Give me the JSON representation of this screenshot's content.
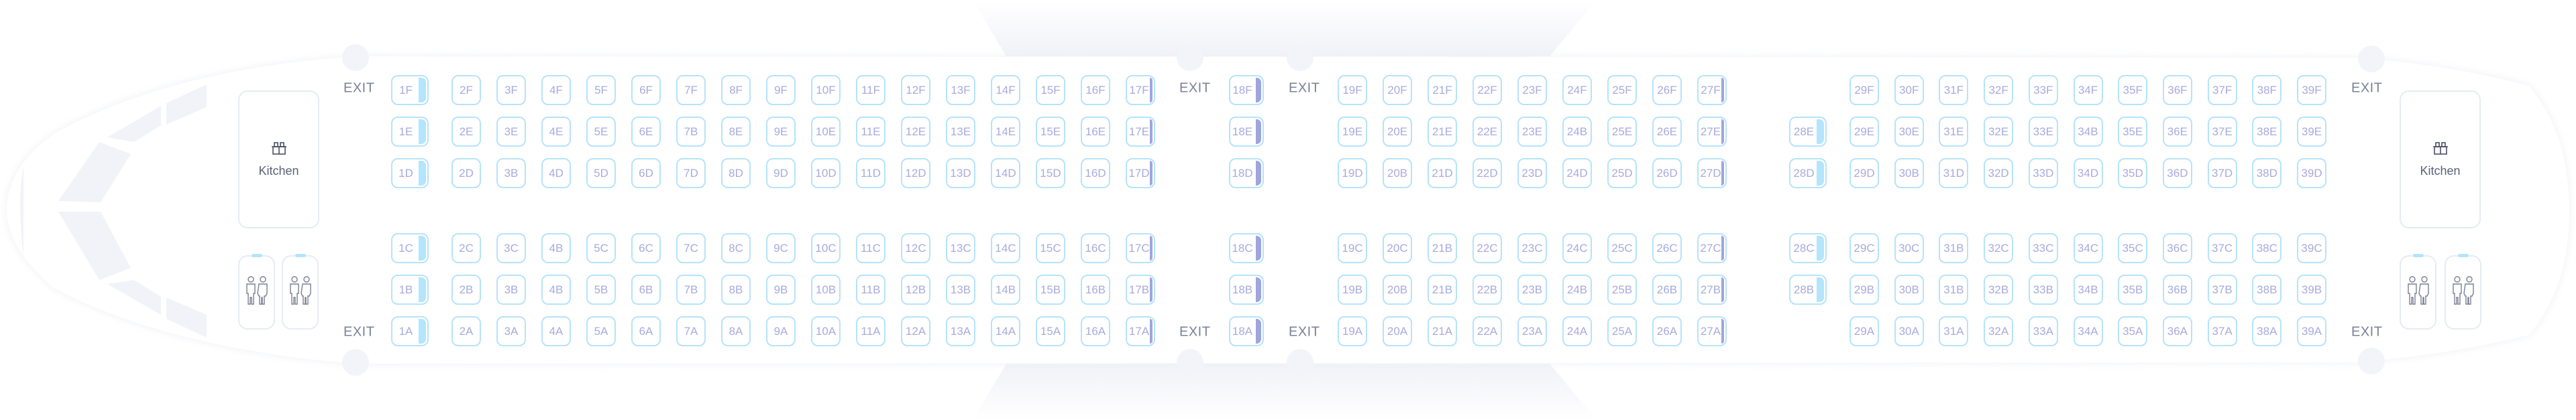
{
  "exit_label": "EXIT",
  "front": {
    "kitchen_label": "Kitchen",
    "kitchen_icon": "kitchen-icon",
    "lavatory_icon": "restroom-icon",
    "lavatories": 2
  },
  "rear": {
    "kitchen_label": "Kitchen",
    "kitchen_icon": "kitchen-icon",
    "lavatory_icon": "restroom-icon",
    "lavatories": 2
  },
  "colors": {
    "seat_border": "#b6e3fb",
    "seat_text": "#a7abdc",
    "marker_blue": "#b3e5fc",
    "marker_purple": "#9fa6dc",
    "exit_text": "#7b8097"
  },
  "seat_rows_order": [
    "F",
    "E",
    "D",
    "C",
    "B",
    "A"
  ],
  "seat_columns": [
    {
      "row": "1",
      "marker": "blue",
      "seats": [
        "1F",
        "1E",
        "1D",
        "1C",
        "1B",
        "1A"
      ]
    },
    {
      "row": "2",
      "marker": "",
      "seats": [
        "2F",
        "2E",
        "2D",
        "2C",
        "2B",
        "2A"
      ]
    },
    {
      "row": "3",
      "marker": "",
      "seats": [
        "3F",
        "3E",
        "3B",
        "3C",
        "3B",
        "3A"
      ]
    },
    {
      "row": "4",
      "marker": "",
      "seats": [
        "4F",
        "4E",
        "4D",
        "4B",
        "4B",
        "4A"
      ]
    },
    {
      "row": "5",
      "marker": "",
      "seats": [
        "5F",
        "5E",
        "5D",
        "5C",
        "5B",
        "5A"
      ]
    },
    {
      "row": "6",
      "marker": "",
      "seats": [
        "6F",
        "6E",
        "6D",
        "6C",
        "6B",
        "6A"
      ]
    },
    {
      "row": "7",
      "marker": "",
      "seats": [
        "7F",
        "7B",
        "7D",
        "7C",
        "7B",
        "7A"
      ]
    },
    {
      "row": "8",
      "marker": "",
      "seats": [
        "8F",
        "8E",
        "8D",
        "8C",
        "8B",
        "8A"
      ]
    },
    {
      "row": "9",
      "marker": "",
      "seats": [
        "9F",
        "9E",
        "9D",
        "9C",
        "9B",
        "9A"
      ]
    },
    {
      "row": "10",
      "marker": "",
      "seats": [
        "10F",
        "10E",
        "10D",
        "10C",
        "10B",
        "10A"
      ]
    },
    {
      "row": "11",
      "marker": "",
      "seats": [
        "11F",
        "11E",
        "11D",
        "11C",
        "11B",
        "11A"
      ]
    },
    {
      "row": "12",
      "marker": "",
      "seats": [
        "12F",
        "12E",
        "12D",
        "12C",
        "12B",
        "12A"
      ]
    },
    {
      "row": "13",
      "marker": "",
      "seats": [
        "13F",
        "13E",
        "13D",
        "13C",
        "13B",
        "13A"
      ]
    },
    {
      "row": "14",
      "marker": "",
      "seats": [
        "14F",
        "14E",
        "14D",
        "14C",
        "14B",
        "14A"
      ]
    },
    {
      "row": "15",
      "marker": "",
      "seats": [
        "15F",
        "15E",
        "15D",
        "15C",
        "15B",
        "15A"
      ]
    },
    {
      "row": "16",
      "marker": "",
      "seats": [
        "16F",
        "16E",
        "16D",
        "16C",
        "16B",
        "16A"
      ]
    },
    {
      "row": "17",
      "marker": "purple",
      "seats": [
        "17F",
        "17E",
        "17D",
        "17C",
        "17B",
        "17A"
      ]
    },
    {
      "row": "18",
      "marker": "purple-wide",
      "seats": [
        "18F",
        "18E",
        "18D",
        "18C",
        "18B",
        "18A"
      ]
    },
    {
      "row": "19",
      "marker": "",
      "seats": [
        "19F",
        "19E",
        "19D",
        "19C",
        "19B",
        "19A"
      ]
    },
    {
      "row": "20",
      "marker": "",
      "seats": [
        "20F",
        "20E",
        "20B",
        "20C",
        "20B",
        "20A"
      ]
    },
    {
      "row": "21",
      "marker": "",
      "seats": [
        "21F",
        "21E",
        "21D",
        "21B",
        "21B",
        "21A"
      ]
    },
    {
      "row": "22",
      "marker": "",
      "seats": [
        "22F",
        "22E",
        "22D",
        "22C",
        "22B",
        "22A"
      ]
    },
    {
      "row": "23",
      "marker": "",
      "seats": [
        "23F",
        "23E",
        "23D",
        "23C",
        "23B",
        "23A"
      ]
    },
    {
      "row": "24",
      "marker": "",
      "seats": [
        "24F",
        "24B",
        "24D",
        "24C",
        "24B",
        "24A"
      ]
    },
    {
      "row": "25",
      "marker": "",
      "seats": [
        "25F",
        "25E",
        "25D",
        "25C",
        "25B",
        "25A"
      ]
    },
    {
      "row": "26",
      "marker": "",
      "seats": [
        "26F",
        "26E",
        "26D",
        "26C",
        "26B",
        "26A"
      ]
    },
    {
      "row": "27",
      "marker": "purple",
      "seats": [
        "27F",
        "27E",
        "27D",
        "27C",
        "27B",
        "27A"
      ]
    },
    {
      "row": "28",
      "marker": "blue",
      "seats": [
        null,
        "28E",
        "28D",
        "28C",
        "28B",
        null
      ]
    },
    {
      "row": "29",
      "marker": "",
      "seats": [
        "29F",
        "29E",
        "29D",
        "29C",
        "29B",
        "29A"
      ]
    },
    {
      "row": "30",
      "marker": "",
      "seats": [
        "30F",
        "30E",
        "30B",
        "30C",
        "30B",
        "30A"
      ]
    },
    {
      "row": "31",
      "marker": "",
      "seats": [
        "31F",
        "31E",
        "31D",
        "31B",
        "31B",
        "31A"
      ]
    },
    {
      "row": "32",
      "marker": "",
      "seats": [
        "32F",
        "32E",
        "32D",
        "32C",
        "32B",
        "32A"
      ]
    },
    {
      "row": "33",
      "marker": "",
      "seats": [
        "33F",
        "33E",
        "33D",
        "33C",
        "33B",
        "33A"
      ]
    },
    {
      "row": "34",
      "marker": "",
      "seats": [
        "34F",
        "34B",
        "34D",
        "34C",
        "34B",
        "34A"
      ]
    },
    {
      "row": "35",
      "marker": "",
      "seats": [
        "35F",
        "35E",
        "35D",
        "35C",
        "35B",
        "35A"
      ]
    },
    {
      "row": "36",
      "marker": "",
      "seats": [
        "36F",
        "36E",
        "36D",
        "36C",
        "36B",
        "36A"
      ]
    },
    {
      "row": "37",
      "marker": "",
      "seats": [
        "37F",
        "37E",
        "37D",
        "37C",
        "37B",
        "37A"
      ]
    },
    {
      "row": "38",
      "marker": "",
      "seats": [
        "38F",
        "38E",
        "38D",
        "38C",
        "38B",
        "38A"
      ]
    },
    {
      "row": "39",
      "marker": "",
      "seats": [
        "39F",
        "39E",
        "39D",
        "39C",
        "39B",
        "39A"
      ]
    }
  ]
}
